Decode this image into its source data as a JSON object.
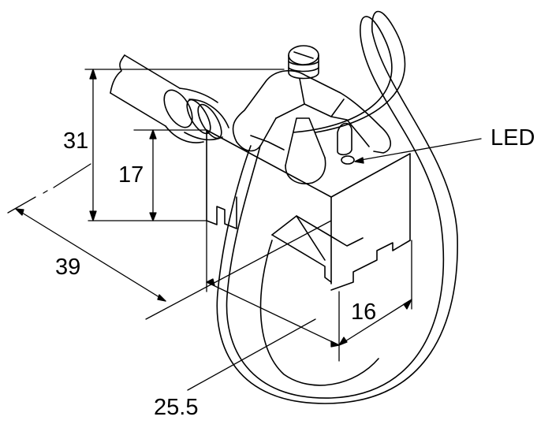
{
  "figure": {
    "labels": {
      "led": "LED",
      "height_total": "31",
      "height_body": "17",
      "length": "39",
      "depth": "25.5",
      "width": "16"
    },
    "colors": {
      "line": "#000000",
      "background": "#ffffff"
    }
  }
}
